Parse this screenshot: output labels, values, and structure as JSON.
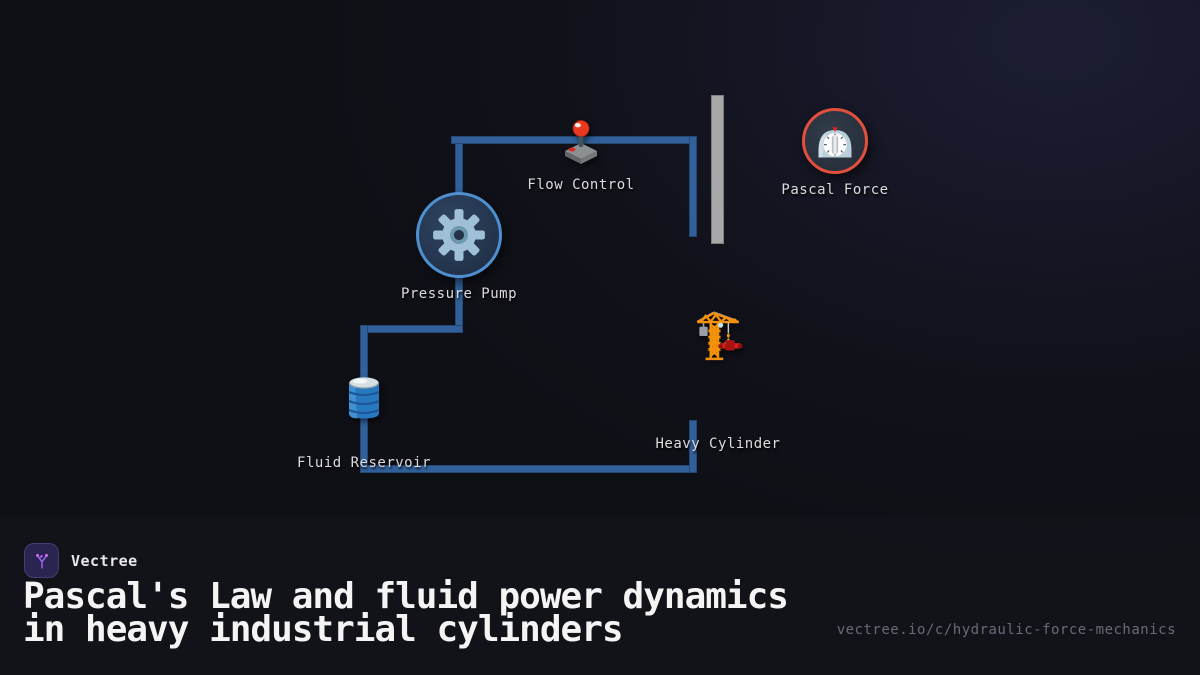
{
  "brand": {
    "name": "Vectree"
  },
  "title": {
    "line1": "Pascal's Law and fluid power dynamics",
    "line2": "in heavy industrial cylinders"
  },
  "url": "vectree.io/c/hydraulic-force-mechanics",
  "diagram": {
    "nodes": [
      {
        "id": "pressure-pump",
        "label": "Pressure Pump",
        "icon": "gear-icon",
        "accent": "#4e8fd0"
      },
      {
        "id": "flow-control",
        "label": "Flow Control",
        "icon": "joystick-icon",
        "accent": "#8d9093"
      },
      {
        "id": "pascal-force",
        "label": "Pascal Force",
        "icon": "timer-icon",
        "accent": "#e2503d"
      },
      {
        "id": "heavy-cylinder",
        "label": "Heavy Cylinder",
        "icon": "crane-icon",
        "accent": "#f5920b"
      },
      {
        "id": "fluid-reservoir",
        "label": "Fluid Reservoir",
        "icon": "oil-drum-icon",
        "accent": "#2878c0"
      }
    ],
    "pipe_color": "#31609a",
    "piston_bar_color": "#a8a8a8"
  }
}
